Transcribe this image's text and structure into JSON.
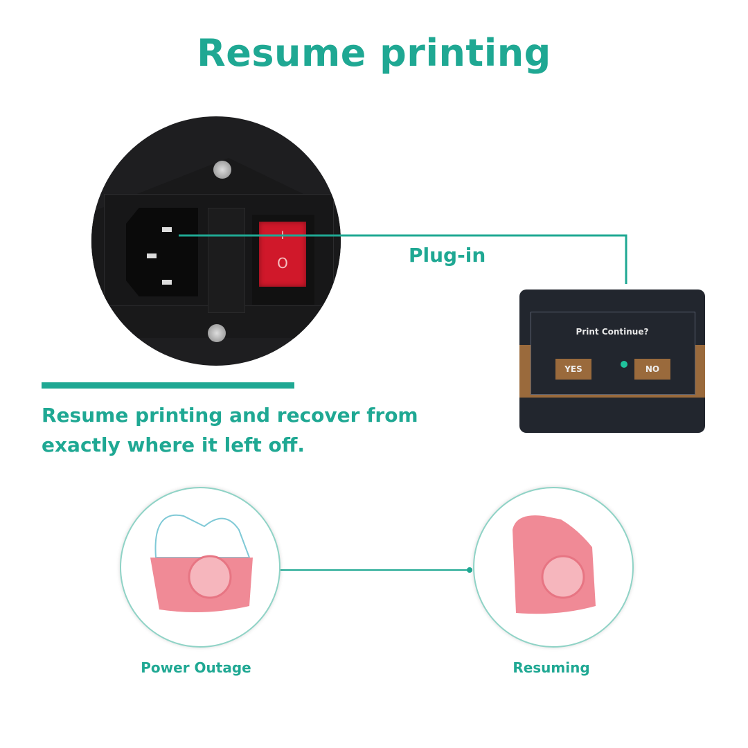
{
  "title": "Resume printing",
  "callout": {
    "label": "Plug-in"
  },
  "switch": {
    "on_symbol": "I",
    "off_symbol": "O"
  },
  "screen": {
    "prompt": "Print Continue?",
    "yes_label": "YES",
    "no_label": "NO"
  },
  "description": {
    "line1": "Resume printing and recover from",
    "line2": "exactly where it left off."
  },
  "stages": [
    {
      "label": "Power Outage"
    },
    {
      "label": "Resuming"
    }
  ],
  "colors": {
    "accent": "#1fa893",
    "panel": "#22262e",
    "switch_red": "#d0182a",
    "screen_brown": "#9a6a3c",
    "print_pink": "#f08a96"
  }
}
